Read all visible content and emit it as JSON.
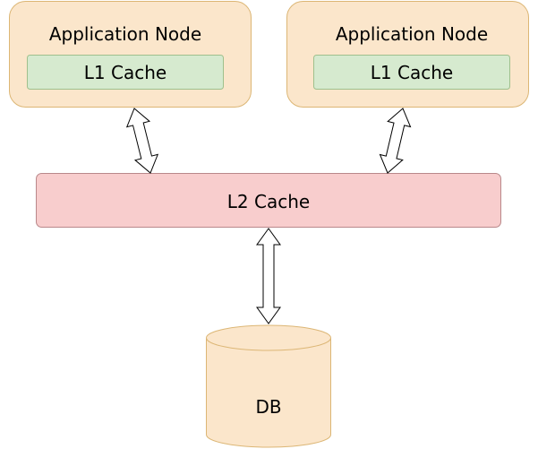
{
  "nodes": {
    "app_node_left": {
      "title": "Application Node",
      "cache_label": "L1 Cache"
    },
    "app_node_right": {
      "title": "Application Node",
      "cache_label": "L1 Cache"
    },
    "l2_cache": {
      "label": "L2 Cache"
    },
    "database": {
      "label": "DB"
    }
  },
  "colors": {
    "app_node_fill": "#fbe6cb",
    "app_node_stroke": "#dcb675",
    "l1_fill": "#d6eacf",
    "l1_stroke": "#9fc08d",
    "l2_fill": "#f8cdcd",
    "l2_stroke": "#b9888a",
    "db_fill": "#fbe6cb",
    "db_stroke": "#dcb675",
    "arrow_fill": "#ffffff",
    "arrow_stroke": "#000000"
  }
}
